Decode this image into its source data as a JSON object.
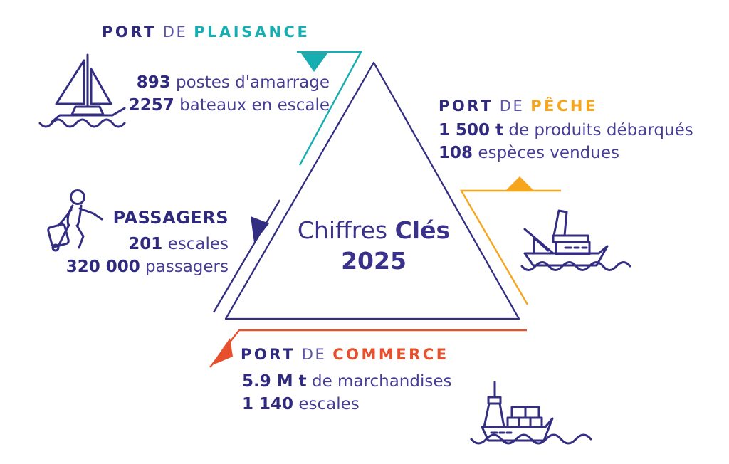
{
  "meta": {
    "background": "#ffffff"
  },
  "colors": {
    "navy": "#332E82",
    "text_purple": "#463D94",
    "bold_navy": "#2F2A7D",
    "teal": "#17AEB2",
    "gold": "#F6A61D",
    "red_orange": "#E8502D",
    "de_purple": "#5C54A4"
  },
  "center": {
    "line1_regular": "Chiffres",
    "line1_bold": "Clés",
    "line2": "2025"
  },
  "sections": {
    "plaisance": {
      "word1": "PORT",
      "word2": "DE",
      "word3": "PLAISANCE",
      "icon": "sailboat-icon",
      "stats": [
        {
          "value": "893",
          "label": "postes d'amarrage"
        },
        {
          "value": "2257",
          "label": "bateaux en escale"
        }
      ]
    },
    "peche": {
      "word1": "PORT",
      "word2": "DE",
      "word3": "PÊCHE",
      "icon": "fishing-trawler-icon",
      "stats": [
        {
          "value": "1 500 t",
          "label": "de produits débarqués"
        },
        {
          "value": "108",
          "label": "espèces vendues"
        }
      ]
    },
    "passagers": {
      "title": "PASSAGERS",
      "icon": "passenger-luggage-icon",
      "stats": [
        {
          "value": "201",
          "label": "escales"
        },
        {
          "value": "320 000",
          "label": "passagers"
        }
      ]
    },
    "commerce": {
      "word1": "PORT",
      "word2": "DE",
      "word3": "COMMERCE",
      "icon": "cargo-ship-icon",
      "stats": [
        {
          "value": "5.9 M t",
          "label": "de marchandises"
        },
        {
          "value": "1 140",
          "label": "escales"
        }
      ]
    }
  }
}
